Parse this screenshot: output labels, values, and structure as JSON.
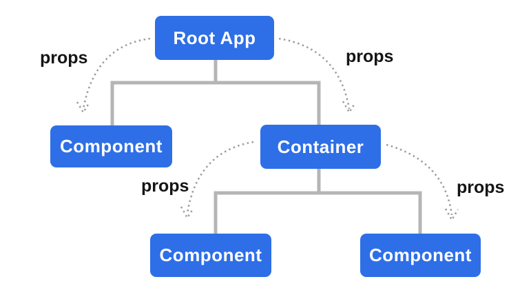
{
  "diagram": {
    "nodes": [
      {
        "id": "root-app",
        "label": "Root App"
      },
      {
        "id": "component-left",
        "label": "Component"
      },
      {
        "id": "container",
        "label": "Container"
      },
      {
        "id": "component-bottom-left",
        "label": "Component"
      },
      {
        "id": "component-bottom-right",
        "label": "Component"
      }
    ],
    "edge_labels": [
      {
        "id": "props-top-left",
        "label": "props"
      },
      {
        "id": "props-top-right",
        "label": "props"
      },
      {
        "id": "props-mid-left",
        "label": "props"
      },
      {
        "id": "props-mid-right",
        "label": "props"
      }
    ],
    "colors": {
      "node_fill": "#2e6fe7",
      "node_text": "#ffffff",
      "tree_line": "#b5b5b5",
      "arrow_dots": "#a49c9c",
      "label_text": "#151515",
      "background": "#ffffff"
    }
  }
}
